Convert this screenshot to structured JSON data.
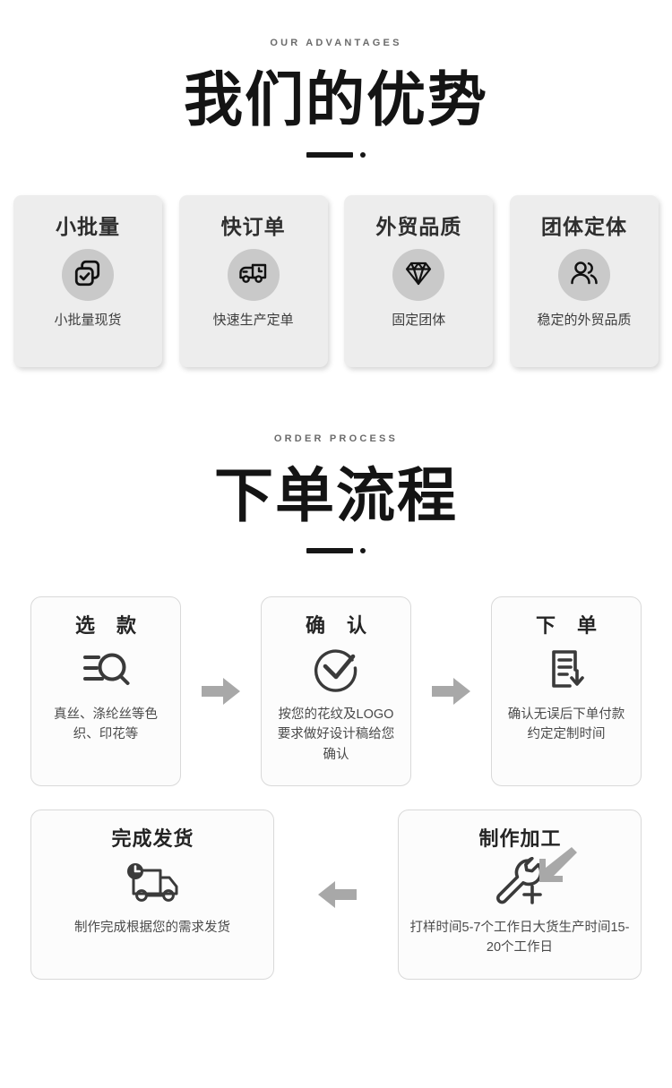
{
  "advantages": {
    "eyebrow": "OUR ADVANTAGES",
    "title": "我们的优势",
    "cards": [
      {
        "title": "小批量",
        "desc": "小批量现货",
        "icon": "copy-check-icon"
      },
      {
        "title": "快订单",
        "desc": "快速生产定单",
        "icon": "truck-clock-icon"
      },
      {
        "title": "外贸品质",
        "desc": "固定团体",
        "icon": "diamond-icon"
      },
      {
        "title": "团体定体",
        "desc": "稳定的外贸品质",
        "icon": "people-icon"
      }
    ]
  },
  "process": {
    "eyebrow": "ORDER PROCESS",
    "title": "下单流程",
    "row1": [
      {
        "title": "选 款",
        "desc": "真丝、涤纶丝等色织、印花等",
        "icon": "search-filter-icon"
      },
      {
        "title": "确 认",
        "desc": "按您的花纹及LOGO要求做好设计稿给您确认",
        "icon": "check-circle-icon"
      },
      {
        "title": "下 单",
        "desc": "确认无误后下单付款约定定制时间",
        "icon": "document-download-icon"
      }
    ],
    "row2": [
      {
        "title": "完成发货",
        "desc": "制作完成根据您的需求发货",
        "icon": "truck-clock-icon"
      },
      {
        "title": "制作加工",
        "desc": "打样时间5-7个工作日大货生产时间15-20个工作日",
        "icon": "wrench-plus-icon"
      }
    ],
    "arrows": {
      "right": "arrow-right-icon",
      "down_left": "arrow-down-left-icon",
      "left": "arrow-left-icon"
    }
  },
  "colors": {
    "card_bg": "#ededed",
    "icon_circle": "#c9c9c9",
    "arrow": "#a8a8a8",
    "title": "#141414"
  }
}
